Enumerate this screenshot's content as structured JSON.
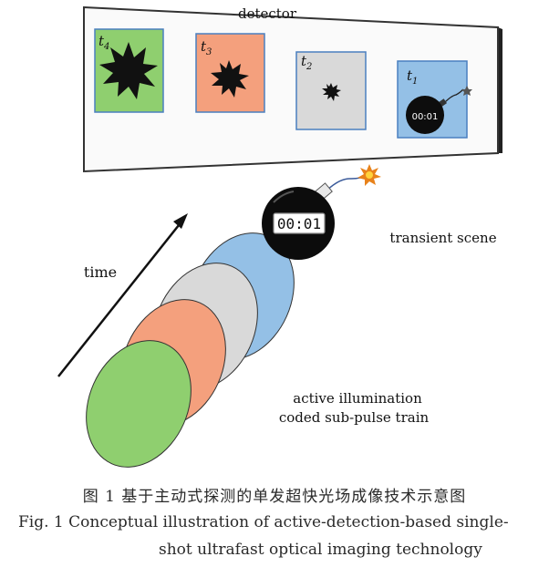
{
  "diagram": {
    "detector_label": "detector",
    "time_label": "time",
    "transient_label": "transient scene",
    "illumination_label_1": "active illumination",
    "illumination_label_2": "coded sub-pulse train",
    "timer_text": "00:01",
    "frames": [
      {
        "label": "t",
        "sub": "4",
        "color": "#8fcf6f"
      },
      {
        "label": "t",
        "sub": "3",
        "color": "#f4a07d"
      },
      {
        "label": "t",
        "sub": "2",
        "color": "#d9d9d9"
      },
      {
        "label": "t",
        "sub": "1",
        "color": "#94c0e6"
      }
    ],
    "pulses": [
      {
        "color": "#8fcf6f"
      },
      {
        "color": "#f4a07d"
      },
      {
        "color": "#d9d9d9"
      },
      {
        "color": "#94c0e6"
      }
    ]
  },
  "caption": {
    "cn": "图 1   基于主动式探测的单发超快光场成像技术示意图",
    "en_line1": "Fig. 1   Conceptual illustration of active-detection-based single-",
    "en_line2": "shot ultrafast optical imaging technology"
  }
}
